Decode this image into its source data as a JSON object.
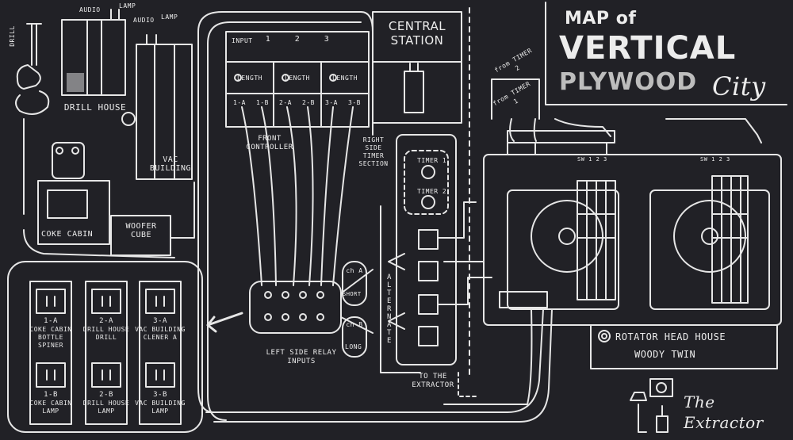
{
  "title": {
    "line1": "MAP of",
    "line2": "VERTICAL",
    "line3": "PLYWOOD",
    "line3b": "City"
  },
  "buildings": {
    "drill_house": "DRILL HOUSE",
    "vac_building": "VAC BUILDING",
    "coke_cabin": "COKE CABIN",
    "woofer_cube": "WOOFER CUBE",
    "central_station": "CENTRAL STATION",
    "rotator": "ROTATOR HEAD HOUSE",
    "woody_twin": "WOODY TWIN",
    "extractor": "The Extractor"
  },
  "small_labels": {
    "audio1": "AUDIO",
    "lamp1": "LAMP",
    "audio2": "AUDIO",
    "lamp2": "LAMP",
    "drill": "DRILL",
    "input": "INPUT",
    "front_controller": "FRONT CONTROLLER",
    "right_side_timer": "RIGHT SIDE TIMER SECTION",
    "timer1": "TIMER 1",
    "timer2": "TIMER 2",
    "alternate": "ALTERNATE",
    "ch_a": "ch A",
    "short": "SHORT",
    "ch_b": "ch B",
    "long": "LONG",
    "left_side_relay": "LEFT SIDE RELAY INPUTS",
    "to_extractor": "TO THE EXTRACTOR",
    "from_timer2": "from TIMER 2",
    "from_timer1": "from TIMER 1",
    "sw": "SW 1 2 3"
  },
  "controller": {
    "inputs": [
      "1",
      "2",
      "3"
    ],
    "lengths": [
      "LENGTH",
      "LENGTH",
      "LENGTH"
    ],
    "outputs": [
      "1-A",
      "1-B",
      "2-A",
      "2-B",
      "3-A",
      "3-B"
    ]
  },
  "outlets": [
    {
      "id": "1-A",
      "desc": "COKE CABIN BOTTLE SPINER"
    },
    {
      "id": "2-A",
      "desc": "DRILL HOUSE DRILL"
    },
    {
      "id": "3-A",
      "desc": "VAC BUILDING CLENER A"
    },
    {
      "id": "1-B",
      "desc": "COKE CABIN LAMP"
    },
    {
      "id": "2-B",
      "desc": "DRILL HOUSE LAMP"
    },
    {
      "id": "3-B",
      "desc": "VAC BUILDING LAMP"
    }
  ]
}
